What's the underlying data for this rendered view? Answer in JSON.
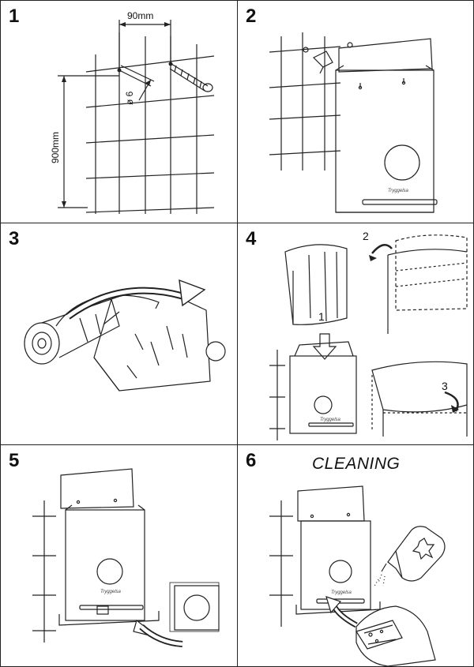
{
  "steps": [
    {
      "number": "1"
    },
    {
      "number": "2"
    },
    {
      "number": "3"
    },
    {
      "number": "4"
    },
    {
      "number": "5"
    },
    {
      "number": "6",
      "title": "CLEANING"
    }
  ],
  "step1": {
    "width_dim": "90mm",
    "height_dim": "900mm",
    "hole_dim": "ø 6"
  },
  "step4": {
    "arrow1": "1",
    "arrow2": "2",
    "arrow3": "3"
  },
  "brand_text": "Tryggelsa",
  "colors": {
    "line": "#222222",
    "background": "#ffffff"
  }
}
